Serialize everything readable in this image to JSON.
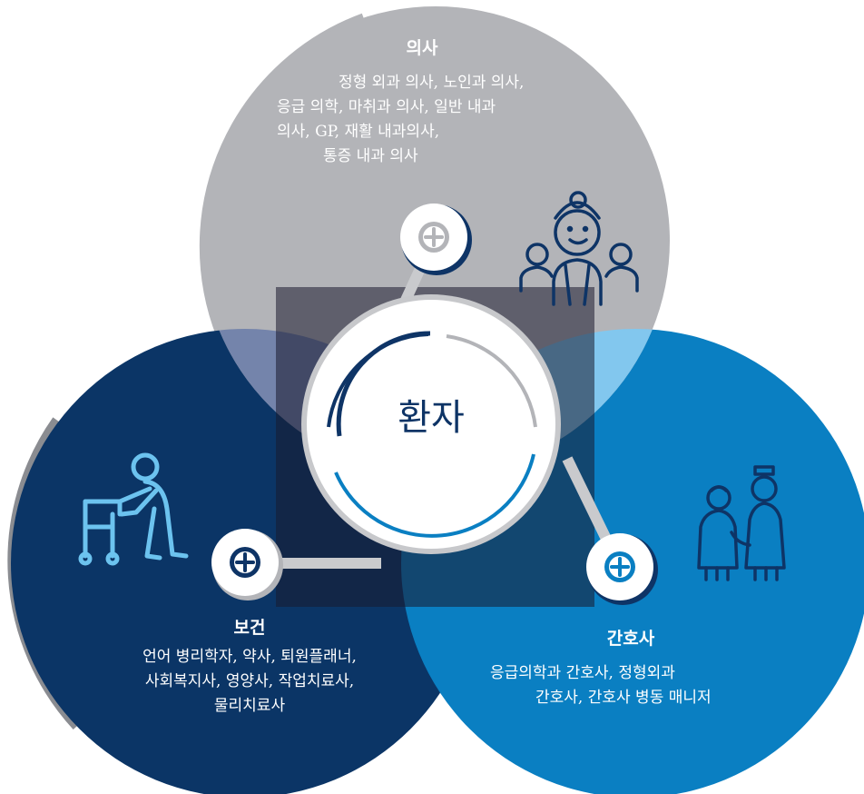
{
  "center": {
    "label": "환자"
  },
  "doctor": {
    "title": "의사",
    "lines": [
      "정형 외과 의사, 노인과 의사,",
      "응급 의학, 마취과 의사, 일반 내과",
      "의사, GP, 재활 내과의사,",
      "통증 내과 의사"
    ],
    "color": "#b3b4b8"
  },
  "allied": {
    "title": "보건",
    "lines": [
      "언어 병리학자, 약사, 퇴원플래너,",
      "사회복지사, 영양사, 작업치료사,",
      "물리치료사"
    ],
    "color": "#0b3566"
  },
  "nurse": {
    "title": "간호사",
    "lines": [
      "응급의학과 간호사, 정형외과",
      "간호사, 간호사 병동 매니저"
    ],
    "color": "#0a7fc2"
  },
  "colors": {
    "overlap_square": "#1a1a2e",
    "accent_light": "#6cc3ef",
    "navy": "#0e3466"
  }
}
